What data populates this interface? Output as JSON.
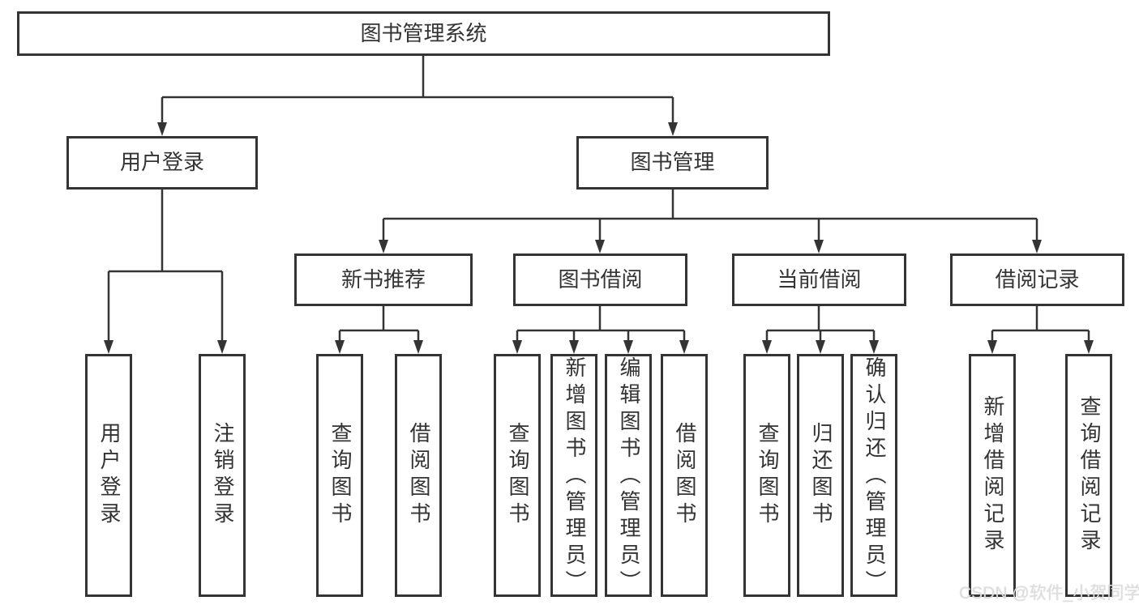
{
  "diagram": {
    "tree": {
      "label": "图书管理系统",
      "children": [
        {
          "label": "用户登录",
          "children": [
            {
              "label": "用户登录"
            },
            {
              "label": "注销登录"
            }
          ]
        },
        {
          "label": "图书管理",
          "children": [
            {
              "label": "新书推荐",
              "children": [
                {
                  "label": "查询图书"
                },
                {
                  "label": "借阅图书"
                }
              ]
            },
            {
              "label": "图书借阅",
              "children": [
                {
                  "label": "查询图书"
                },
                {
                  "label": "新增图书（管理员）"
                },
                {
                  "label": "编辑图书（管理员）"
                },
                {
                  "label": "借阅图书"
                }
              ]
            },
            {
              "label": "当前借阅",
              "children": [
                {
                  "label": "查询图书"
                },
                {
                  "label": "归还图书"
                },
                {
                  "label": "确认归还（管理员）"
                }
              ]
            },
            {
              "label": "借阅记录",
              "children": [
                {
                  "label": "新增借阅记录"
                },
                {
                  "label": "查询借阅记录"
                }
              ]
            }
          ]
        }
      ]
    },
    "colors": {
      "line": "#343434",
      "text": "#333333",
      "box_background": "#ffffff",
      "page_background": "#ffffff"
    }
  },
  "watermark": {
    "text": "CSDN @软件_小贺同学"
  }
}
